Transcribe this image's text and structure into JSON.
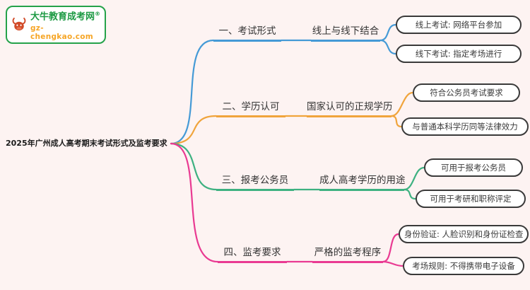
{
  "logo": {
    "site_name": "大牛教育成考网",
    "trademark": "®",
    "domain": "gz-chengkao.com"
  },
  "central": {
    "title": "2025年广州成人高考期末考试形式及监考要求"
  },
  "colors": {
    "branch1": "#459ad6",
    "branch2": "#f0a43c",
    "branch3": "#3eb181",
    "branch4": "#e93a92",
    "logo_green": "#25a24a",
    "logo_orange": "#f6a525",
    "background": "#fdf3f2"
  },
  "branches": [
    {
      "color": "#459ad6",
      "level1": "一、考试形式",
      "level2": "线上与线下结合",
      "leaves": [
        "线上考试: 网络平台参加",
        "线下考试: 指定考场进行"
      ]
    },
    {
      "color": "#f0a43c",
      "level1": "二、学历认可",
      "level2": "国家认可的正规学历",
      "leaves": [
        "符合公务员考试要求",
        "与普通本科学历同等法律效力"
      ]
    },
    {
      "color": "#3eb181",
      "level1": "三、报考公务员",
      "level2": "成人高考学历的用途",
      "leaves": [
        "可用于报考公务员",
        "可用于考研和职称评定"
      ]
    },
    {
      "color": "#e93a92",
      "level1": "四、监考要求",
      "level2": "严格的监考程序",
      "leaves": [
        "身份验证: 人脸识别和身份证检查",
        "考场规则: 不得携带电子设备"
      ]
    }
  ]
}
